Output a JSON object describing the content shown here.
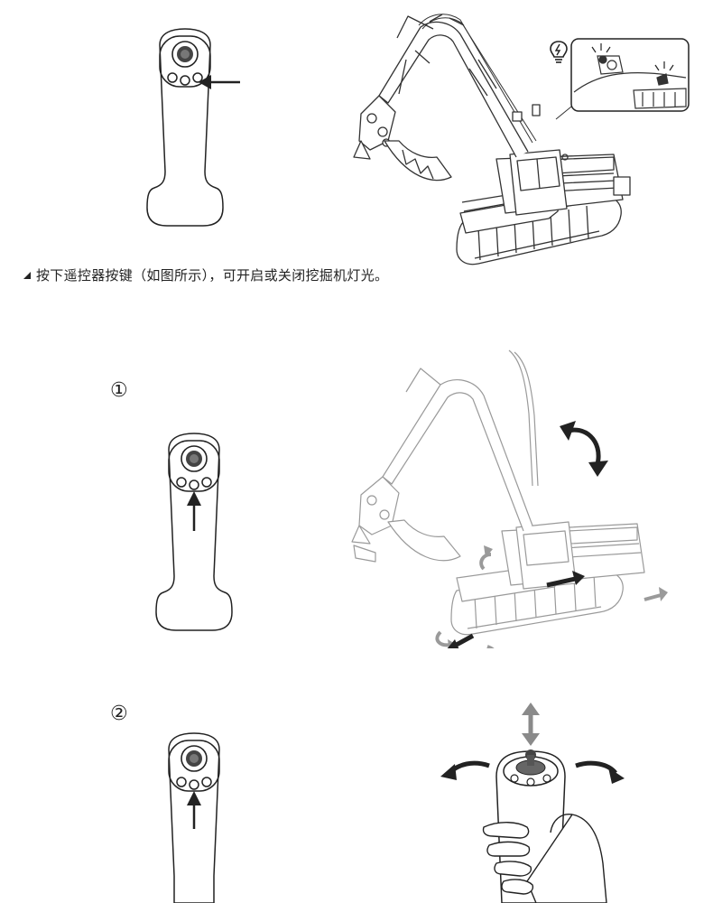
{
  "instruction_text": "按下遥控器按键（如图所示），可开启或关闭挖掘机灯光。",
  "steps": [
    {
      "marker": "①"
    },
    {
      "marker": "②"
    }
  ],
  "icons": {
    "light": "lightbulb-icon",
    "remote": "joystick-remote-icon",
    "excavator": "excavator-icon",
    "arrow": "arrow-icon"
  }
}
